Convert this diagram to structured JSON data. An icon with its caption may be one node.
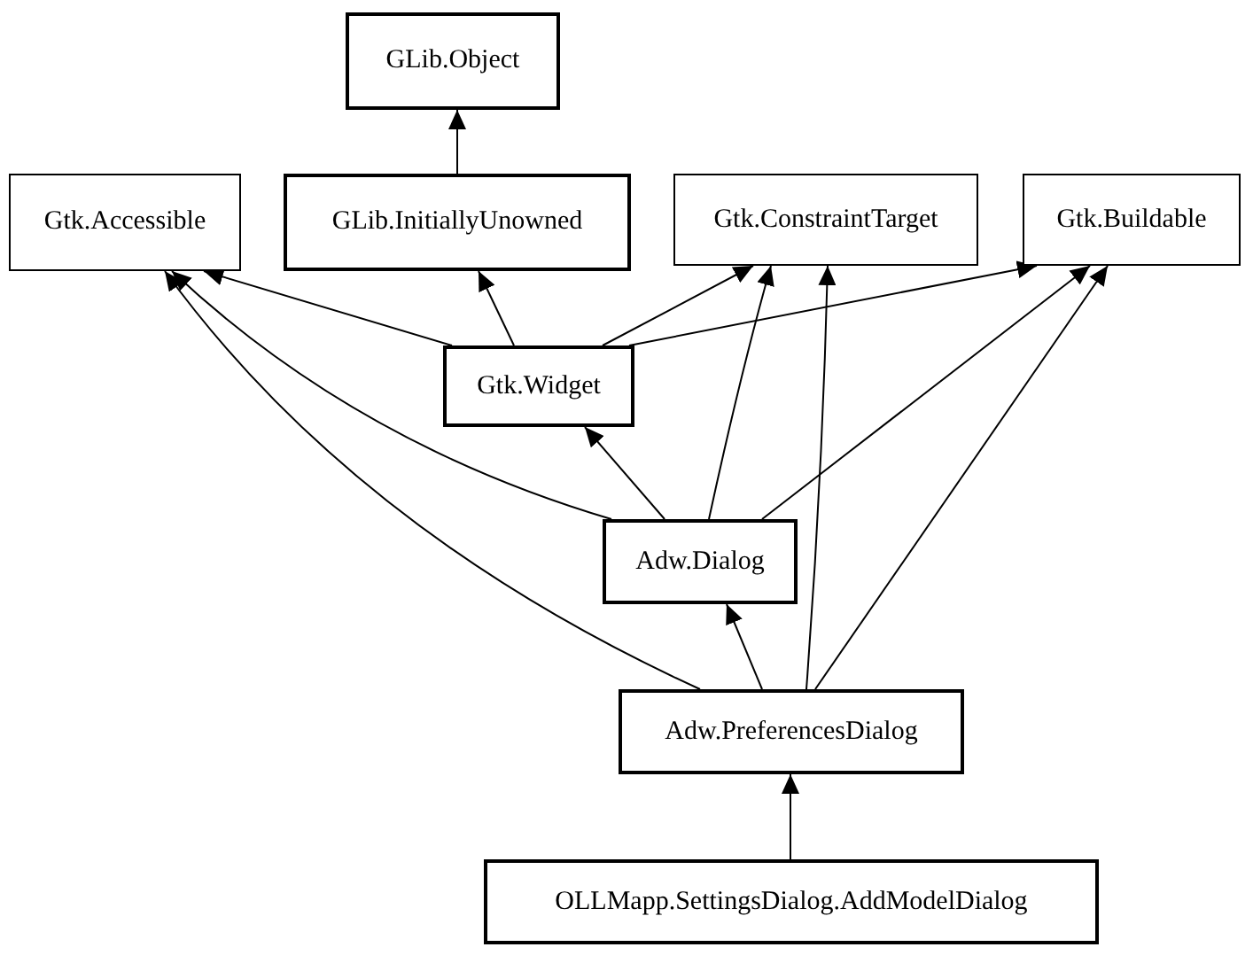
{
  "diagram": {
    "nodes": [
      {
        "text": [
          "GLib.Object"
        ]
      },
      {
        "text": [
          "Gtk.Accessible"
        ]
      },
      {
        "text": [
          "GLib.InitiallyUnowned"
        ]
      },
      {
        "text": [
          "Gtk.ConstraintTarget"
        ]
      },
      {
        "text": [
          "Gtk.Buildable"
        ]
      },
      {
        "text": [
          "Gtk.Widget"
        ]
      },
      {
        "text": [
          "Adw.Dialog"
        ]
      },
      {
        "text": [
          "Adw.PreferencesDialog"
        ]
      },
      {
        "text": [
          "OLLMapp.SettingsDialog.AddModelDialog"
        ]
      }
    ],
    "edges": [
      {
        "from": 2,
        "to": 0,
        "arrow": "to"
      },
      {
        "from": 5,
        "to": 1,
        "arrow": "to"
      },
      {
        "from": 5,
        "to": 2,
        "arrow": "to"
      },
      {
        "from": 5,
        "to": 3,
        "arrow": "to"
      },
      {
        "from": 5,
        "to": 4,
        "arrow": "to"
      },
      {
        "from": 6,
        "to": 5,
        "arrow": "to"
      },
      {
        "from": 6,
        "to": 1,
        "arrow": "to"
      },
      {
        "from": 6,
        "to": 3,
        "arrow": "to"
      },
      {
        "from": 6,
        "to": 4,
        "arrow": "to"
      },
      {
        "from": 7,
        "to": 6,
        "arrow": "to"
      },
      {
        "from": 7,
        "to": 1,
        "arrow": "to"
      },
      {
        "from": 7,
        "to": 3,
        "arrow": "to"
      },
      {
        "from": 7,
        "to": 4,
        "arrow": "to"
      },
      {
        "from": 8,
        "to": 7,
        "arrow": "to"
      }
    ]
  }
}
